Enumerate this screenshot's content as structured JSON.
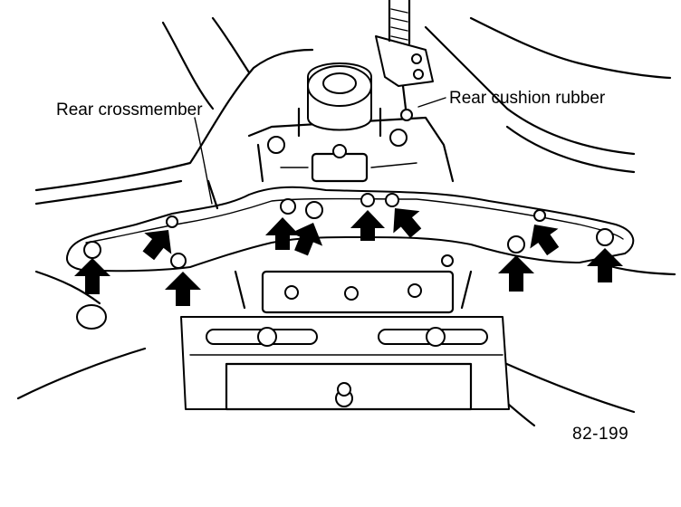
{
  "labels": {
    "rear_crossmember": "Rear crossmember",
    "rear_cushion_rubber": "Rear cushion rubber",
    "figure_number": "82-199"
  },
  "colors": {
    "ink": "#000000",
    "paper": "#ffffff"
  },
  "arrows": [
    {
      "name": "arrow-bolt-far-left",
      "direction": "up"
    },
    {
      "name": "arrow-bolt-left-lower",
      "direction": "up"
    },
    {
      "name": "arrow-bolt-left-upper",
      "direction": "up-right"
    },
    {
      "name": "arrow-bolt-center-left",
      "direction": "up"
    },
    {
      "name": "arrow-bolt-center",
      "direction": "up-right"
    },
    {
      "name": "arrow-bolt-center-right",
      "direction": "up"
    },
    {
      "name": "arrow-bolt-right-of-center",
      "direction": "up-left"
    },
    {
      "name": "arrow-bolt-right-lower",
      "direction": "up"
    },
    {
      "name": "arrow-bolt-right-upper",
      "direction": "up-left"
    },
    {
      "name": "arrow-bolt-far-right",
      "direction": "up"
    }
  ]
}
